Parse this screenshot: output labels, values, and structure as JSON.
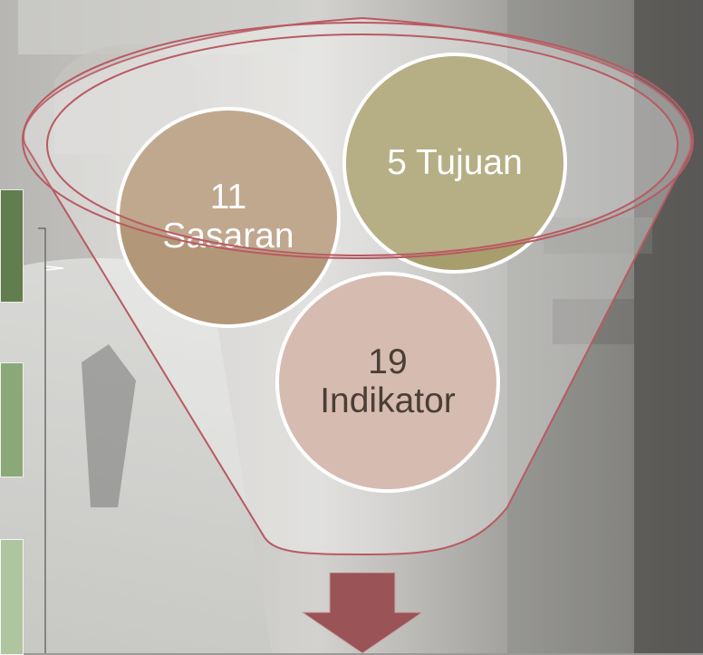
{
  "circles": {
    "sasaran": {
      "number": "11",
      "label": "Sasaran"
    },
    "tujuan": {
      "text": "5 Tujuan"
    },
    "indikator": {
      "number": "19",
      "label": "Indikator"
    }
  },
  "colors": {
    "sasaran_fill": "#b39779",
    "tujuan_fill": "#a89e6d",
    "indikator_fill": "#d6bbb0",
    "circle_text_light": "#ffffff",
    "circle_text_dark": "#4a3e36",
    "funnel_stroke": "#b85a62",
    "arrow_fill": "#9a5356",
    "side_box_1": "#627d4e",
    "side_box_2": "#8aa878",
    "side_box_3": "#aec59f"
  }
}
